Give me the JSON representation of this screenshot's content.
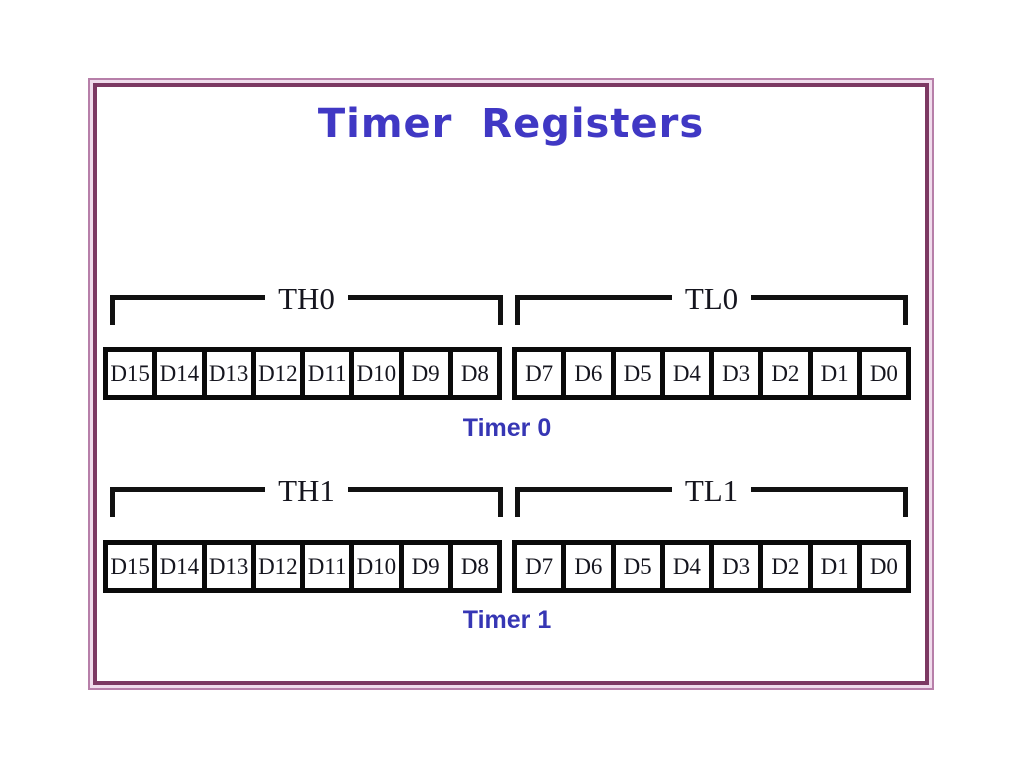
{
  "slide": {
    "title": "Timer Registers",
    "colors": {
      "title_blue": "#4038c4",
      "timer_label_blue": "#3636b4",
      "frame_outer_line": "#b77fa9",
      "frame_gap": "#f0dcec",
      "frame_inner_line": "#7c3862",
      "diagram_black": "#111111"
    }
  },
  "timers": [
    {
      "label": "Timer 0",
      "high_label": "TH0",
      "low_label": "TL0",
      "high_bits": [
        "D15",
        "D14",
        "D13",
        "D12",
        "D11",
        "D10",
        "D9",
        "D8"
      ],
      "low_bits": [
        "D7",
        "D6",
        "D5",
        "D4",
        "D3",
        "D2",
        "D1",
        "D0"
      ]
    },
    {
      "label": "Timer 1",
      "high_label": "TH1",
      "low_label": "TL1",
      "high_bits": [
        "D15",
        "D14",
        "D13",
        "D12",
        "D11",
        "D10",
        "D9",
        "D8"
      ],
      "low_bits": [
        "D7",
        "D6",
        "D5",
        "D4",
        "D3",
        "D2",
        "D1",
        "D0"
      ]
    }
  ]
}
